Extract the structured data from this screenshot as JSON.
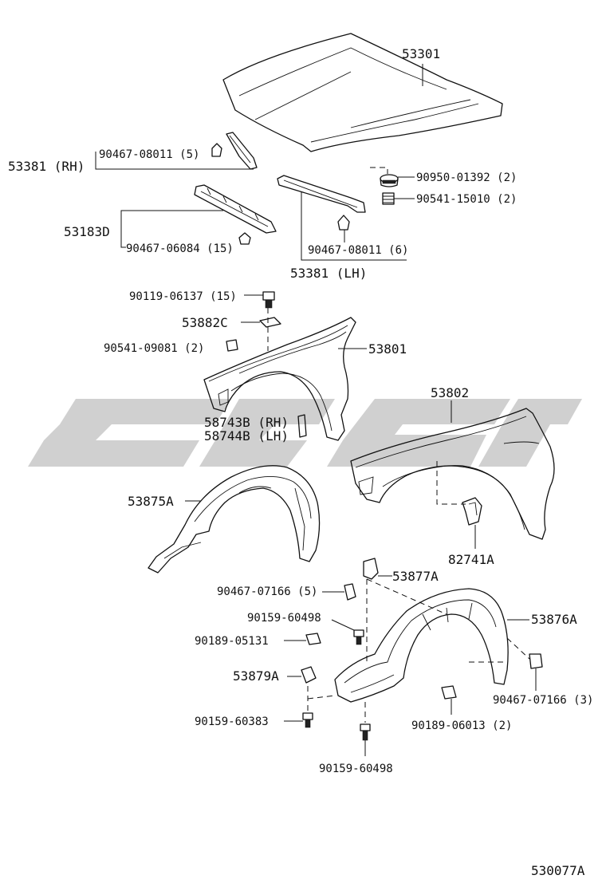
{
  "colors": {
    "ink": "#111111",
    "watermark": "#c8c8c8",
    "background": "#ffffff"
  },
  "labels": {
    "p53301": "53301",
    "p53381_rh": "53381 (RH)",
    "p90467_08011_5": "90467-08011 (5)",
    "p90950_01392": "90950-01392 (2)",
    "p90541_15010": "90541-15010 (2)",
    "p53183d": "53183D",
    "p90467_06084": "90467-06084 (15)",
    "p90467_08011_6": "90467-08011 (6)",
    "p53381_lh": "53381 (LH)",
    "p90119_06137": "90119-06137 (15)",
    "p53882c": "53882C",
    "p90541_09081": "90541-09081 (2)",
    "p53801": "53801",
    "p53802": "53802",
    "p58743b": "58743B (RH)",
    "p58744b": "58744B (LH)",
    "p53875a": "53875A",
    "p82741a": "82741A",
    "p53877a": "53877A",
    "p90467_07166_5": "90467-07166 (5)",
    "p90159_60498_a": "90159-60498",
    "p90189_05131": "90189-05131",
    "p53876a": "53876A",
    "p53879a": "53879A",
    "p90467_07166_3": "90467-07166 (3)",
    "p90159_60383": "90159-60383",
    "p90189_06013": "90189-06013 (2)",
    "p90159_60498_b": "90159-60498",
    "diagram_id": "530077A"
  }
}
